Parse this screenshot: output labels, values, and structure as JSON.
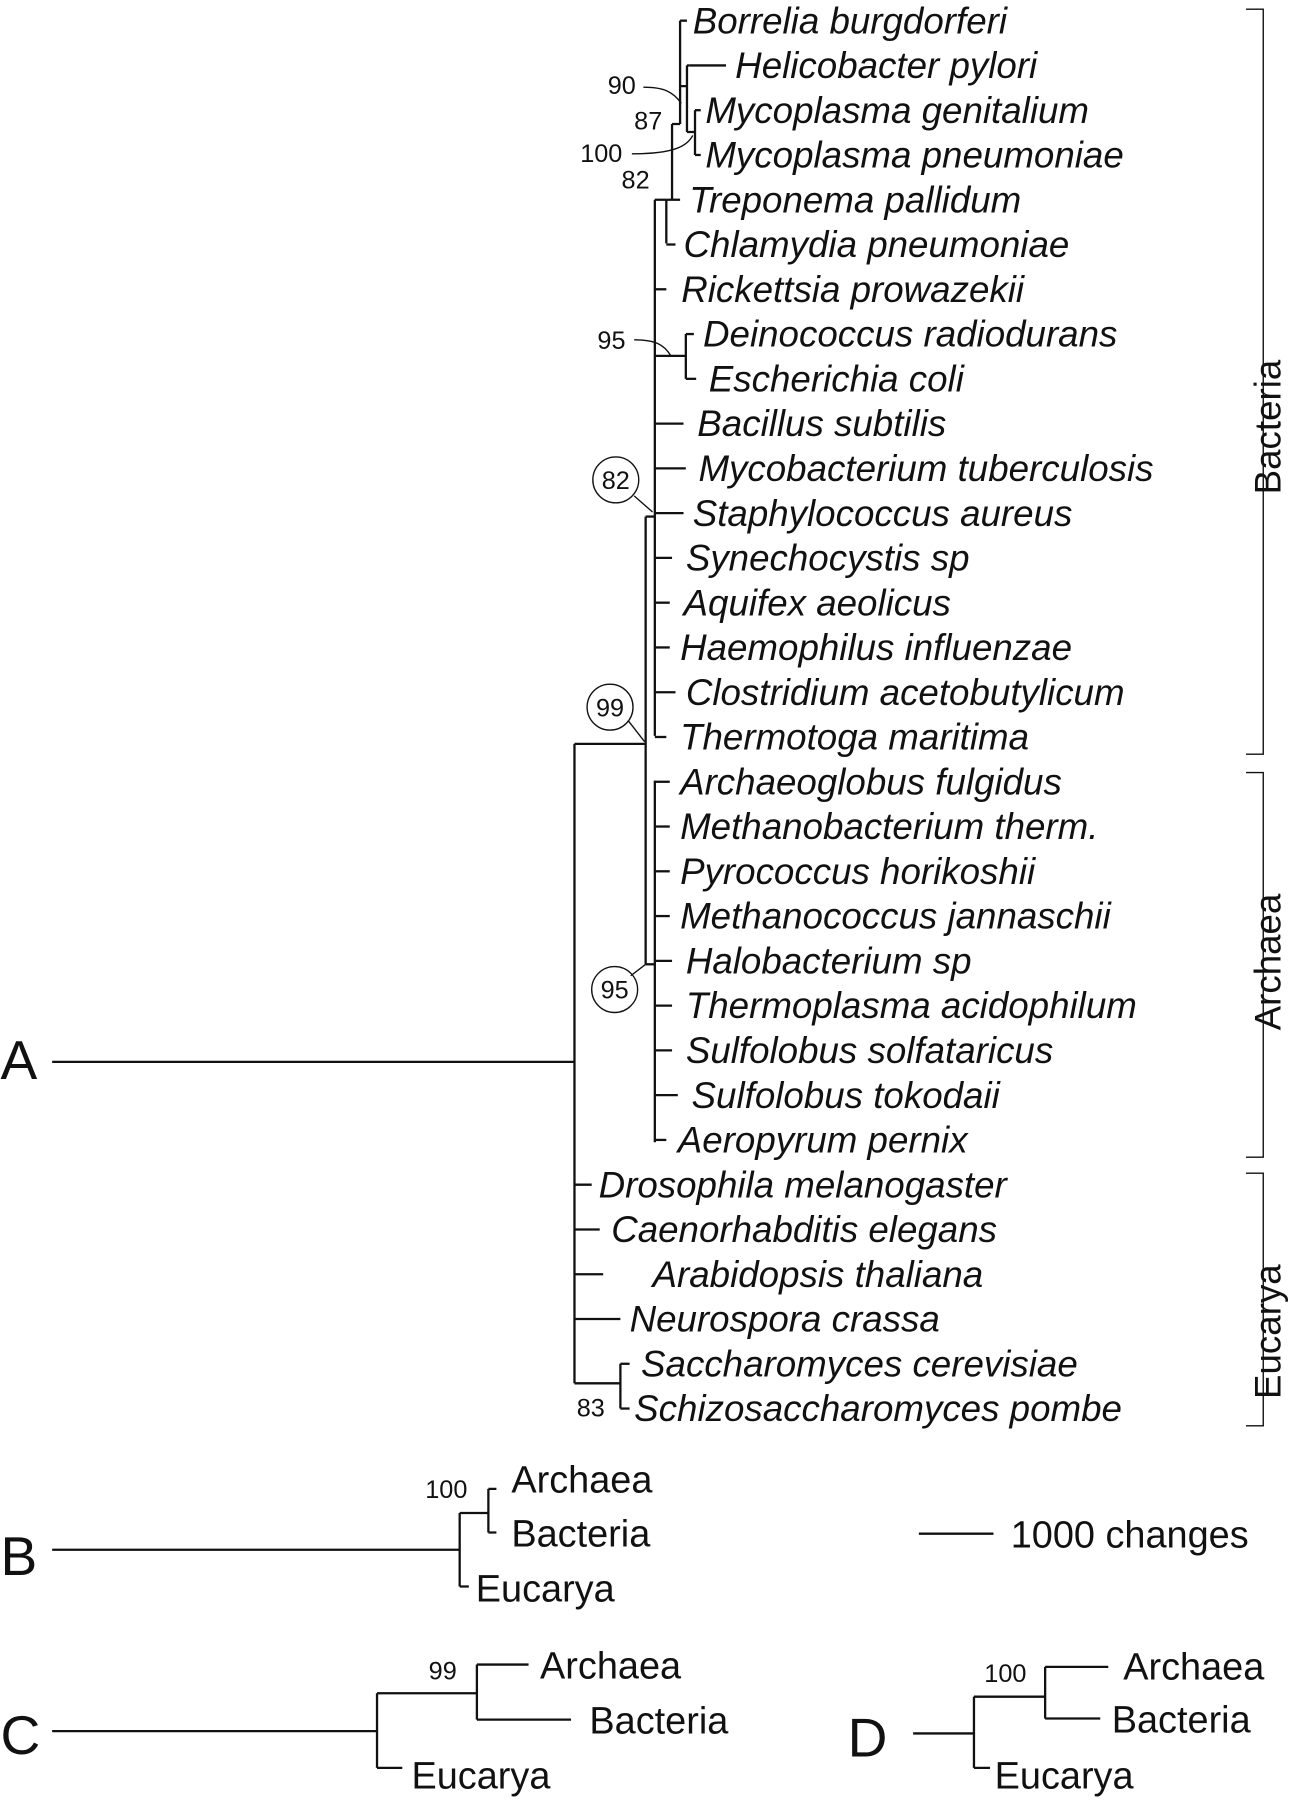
{
  "panel_a": {
    "label": "A",
    "taxa": [
      "Borrelia burgdorferi",
      "Helicobacter pylori",
      "Mycoplasma genitalium",
      "Mycoplasma pneumoniae",
      "Treponema pallidum",
      "Chlamydia pneumoniae",
      "Rickettsia prowazekii",
      "Deinococcus radiodurans",
      "Escherichia coli",
      "Bacillus subtilis",
      "Mycobacterium tuberculosis",
      "Staphylococcus aureus",
      "Synechocystis sp",
      "Aquifex aeolicus",
      "Haemophilus influenzae",
      "Clostridium acetobutylicum",
      "Thermotoga maritima",
      "Archaeoglobus fulgidus",
      "Methanobacterium therm.",
      "Pyrococcus horikoshii",
      "Methanococcus jannaschii",
      "Halobacterium sp",
      "Thermoplasma acidophilum",
      "Sulfolobus solfataricus",
      "Sulfolobus tokodaii",
      "Aeropyrum pernix",
      "Drosophila melanogaster",
      "Caenorhabditis elegans",
      "Arabidopsis thaliana",
      "Neurospora crassa",
      "Saccharomyces cerevisiae",
      "Schizosaccharomyces pombe"
    ],
    "bootstrap": {
      "n90": "90",
      "n87": "87",
      "n100": "100",
      "n82a": "82",
      "n95a": "95",
      "n82b": "82",
      "n99": "99",
      "n95b": "95",
      "n83": "83"
    },
    "clades": {
      "bacteria": "Bacteria",
      "archaea": "Archaea",
      "eucarya": "Eucarya"
    }
  },
  "panel_b": {
    "label": "B",
    "archaea": "Archaea",
    "bacteria": "Bacteria",
    "eucarya": "Eucarya",
    "support": "100"
  },
  "panel_c": {
    "label": "C",
    "archaea": "Archaea",
    "bacteria": "Bacteria",
    "eucarya": "Eucarya",
    "support": "99"
  },
  "panel_d": {
    "label": "D",
    "archaea": "Archaea",
    "bacteria": "Bacteria",
    "eucarya": "Eucarya",
    "support": "100"
  },
  "scale_bar": {
    "label": "1000 changes"
  }
}
